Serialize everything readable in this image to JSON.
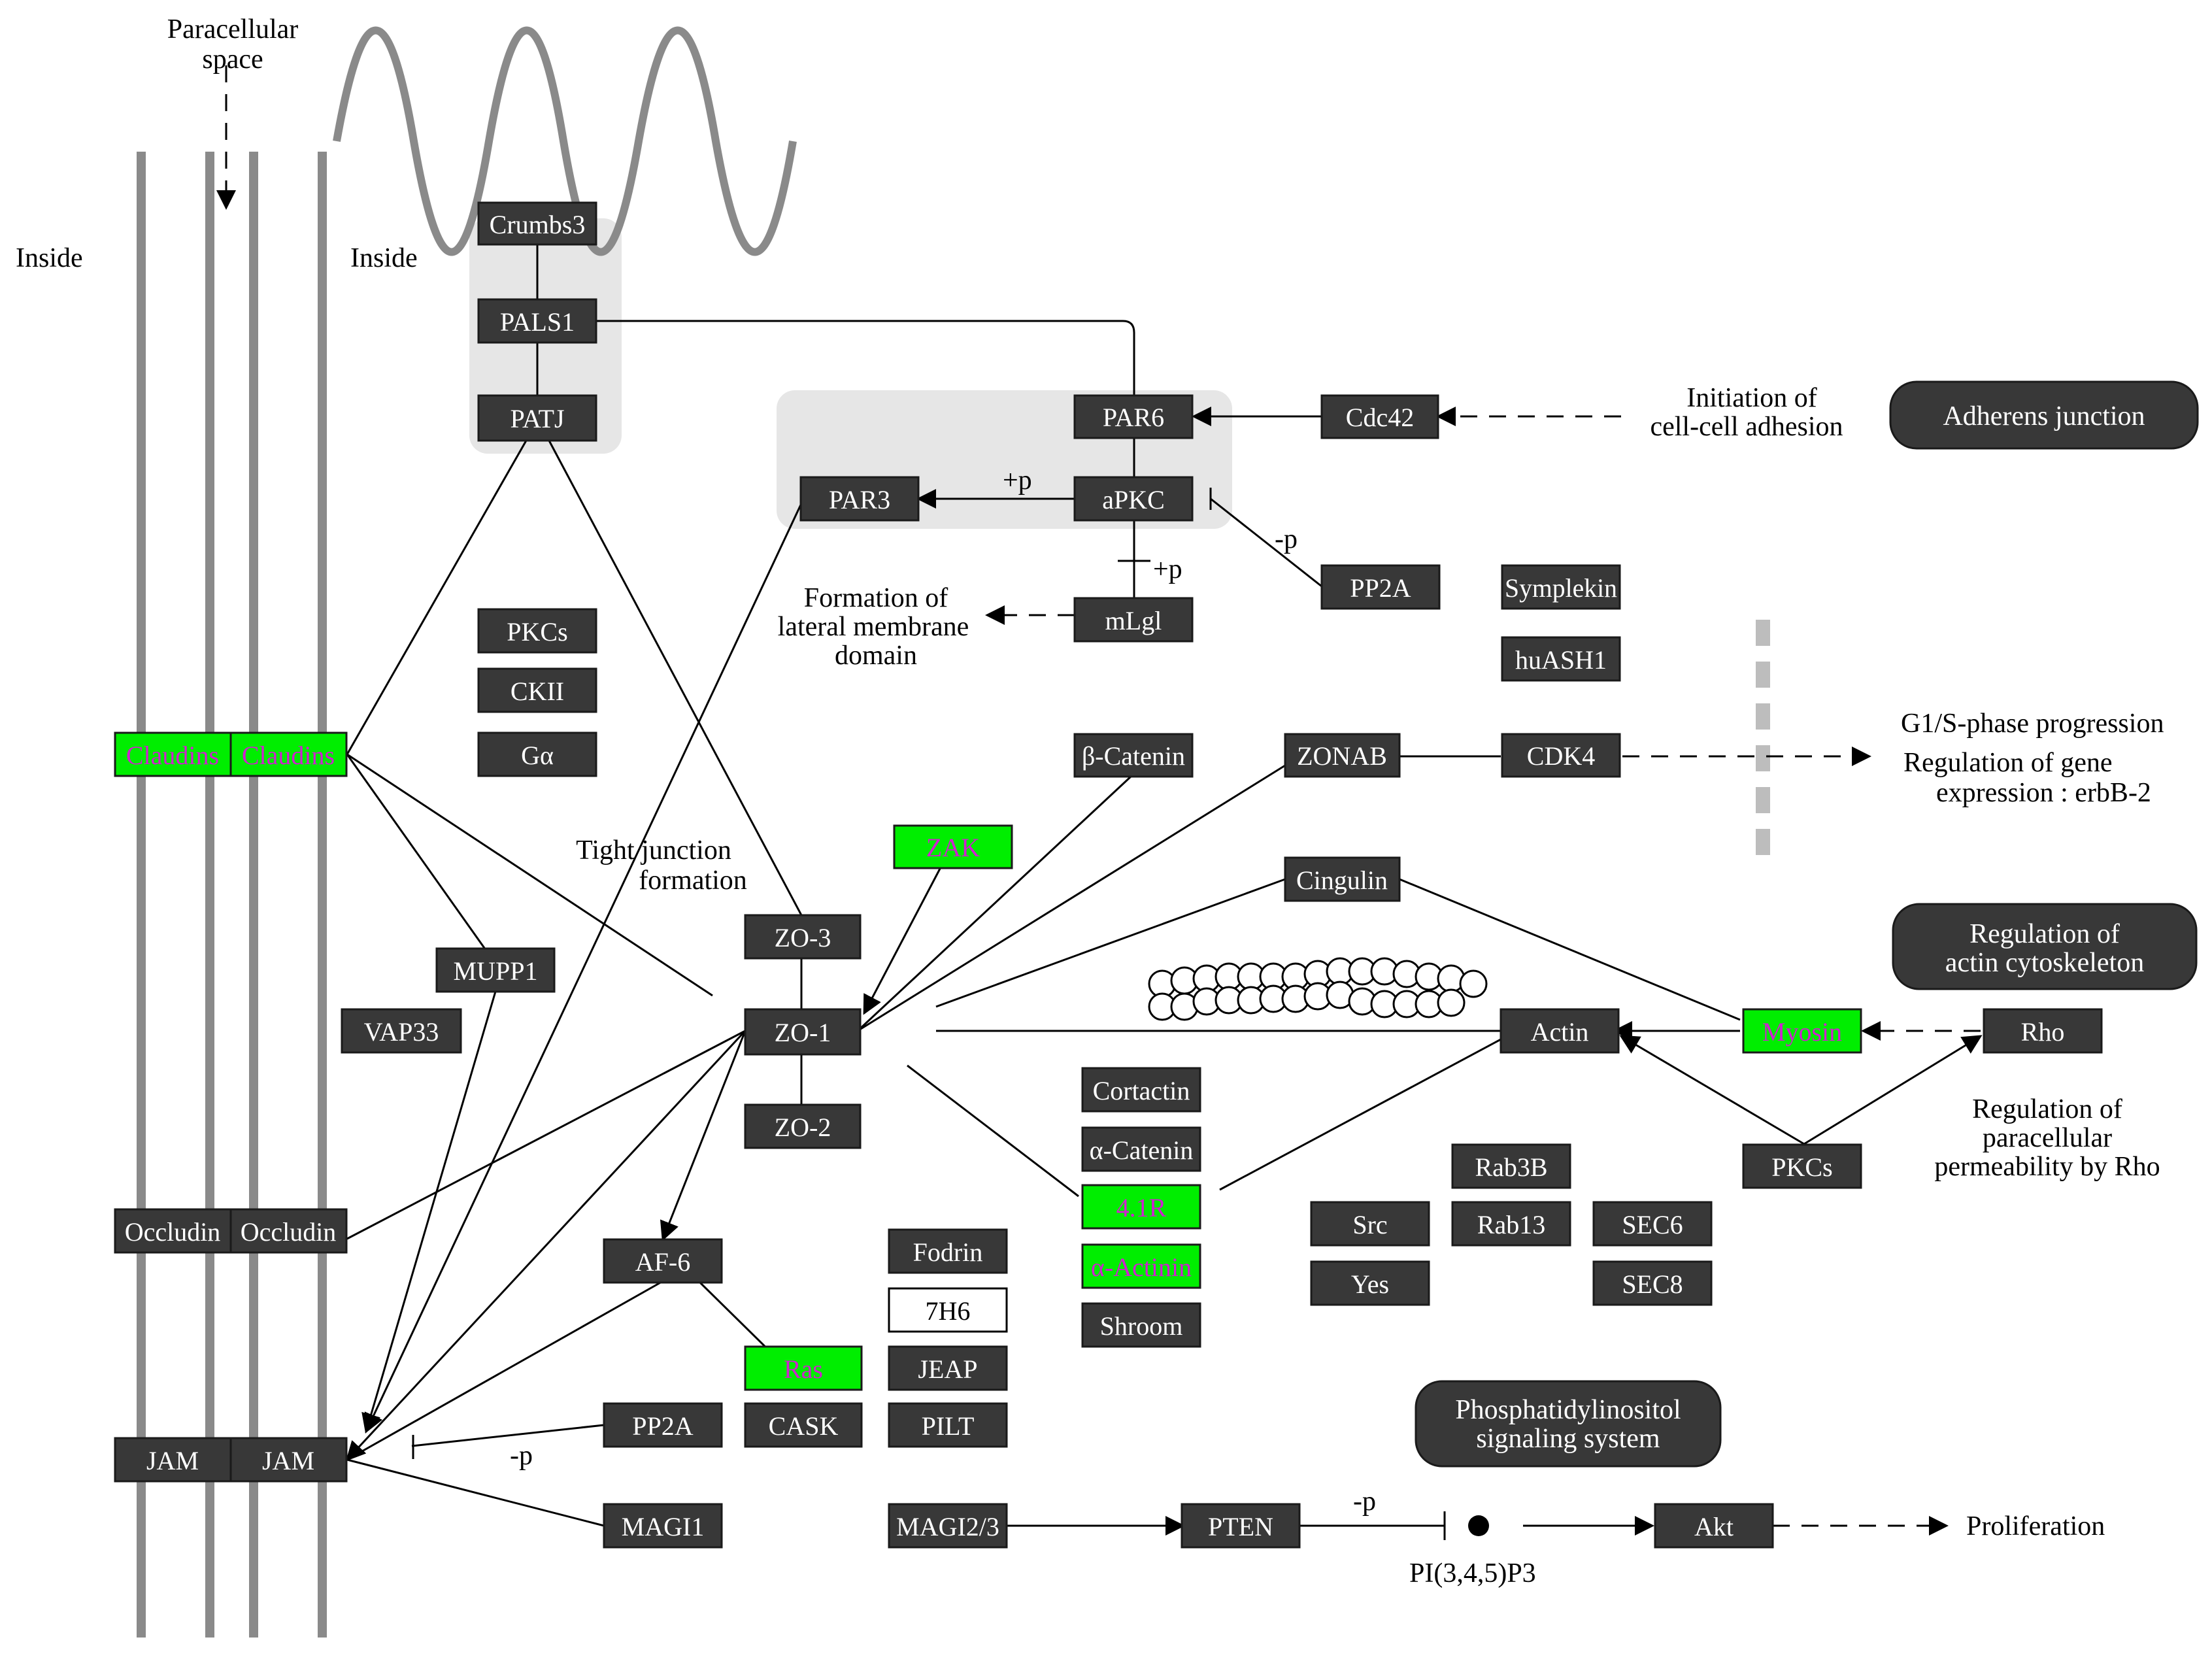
{
  "labels": {
    "paracellular": [
      "Paracellular",
      "space"
    ],
    "inside_left": "Inside",
    "inside_right": "Inside",
    "tight_junction": [
      "Tight junction",
      "formation"
    ],
    "lateral_membrane": [
      "Formation of",
      "lateral membrane",
      "domain"
    ],
    "cell_adhesion": [
      "Initiation of",
      "cell-cell adhesion"
    ],
    "g1s": [
      "G1/S-phase progression",
      "Regulation of gene",
      "expression : erbB-2"
    ],
    "paracellular_perm": [
      "Regulation of",
      "paracellular",
      "permeability by Rho"
    ],
    "proliferation": "Proliferation",
    "pip3": "PI(3,4,5)P3",
    "plus_p_1": "+p",
    "plus_p_2": "+p",
    "minus_p_1": "-p",
    "minus_p_2": "-p",
    "minus_p_3": "-p"
  },
  "pathways": {
    "adherens": [
      "Adherens junction"
    ],
    "actin_cyto": [
      "Regulation of",
      "actin cytoskeleton"
    ],
    "phosphatidyl": [
      "Phosphatidylinositol",
      "signaling system"
    ]
  },
  "genes": {
    "crumbs3": "Crumbs3",
    "pals1": "PALS1",
    "patj": "PATJ",
    "par6": "PAR6",
    "apkc": "aPKC",
    "par3": "PAR3",
    "cdc42": "Cdc42",
    "pp2a_top": "PP2A",
    "symplekin": "Symplekin",
    "huash1": "huASH1",
    "mlgl": "mLgl",
    "pkcs_top": "PKCs",
    "ckii": "CKII",
    "galpha": "Gα",
    "claudin1": "Claudins",
    "claudin2": "Claudins",
    "beta_catenin": "β-Catenin",
    "zonab": "ZONAB",
    "cdk4": "CDK4",
    "zak": "ZAK",
    "cingulin": "Cingulin",
    "zo3": "ZO-3",
    "zo1": "ZO-1",
    "zo2": "ZO-2",
    "mupp1": "MUPP1",
    "vap33": "VAP33",
    "actin": "Actin",
    "myosin": "Myosin",
    "rho": "Rho",
    "cortactin": "Cortactin",
    "alpha_catenin": "α-Catenin",
    "r41": "4.1R",
    "alpha_actinin": "α-Actinin",
    "shroom": "Shroom",
    "rab3b": "Rab3B",
    "rab13": "Rab13",
    "sec6": "SEC6",
    "sec8": "SEC8",
    "src": "Src",
    "yes": "Yes",
    "pkcs_right": "PKCs",
    "occludin1": "Occludin",
    "occludin2": "Occludin",
    "af6": "AF-6",
    "fodrin": "Fodrin",
    "h76": "7H6",
    "jeap": "JEAP",
    "pilt": "PILT",
    "ras": "Ras",
    "cask": "CASK",
    "pp2a_bottom": "PP2A",
    "jam1": "JAM",
    "jam2": "JAM",
    "magi1": "MAGI1",
    "magi23": "MAGI2/3",
    "pten": "PTEN",
    "akt": "Akt"
  },
  "colors": {
    "gene_box": "#383838",
    "highlight": "#00ee00",
    "highlight_text": "#d020d0",
    "complex_bg": "#e6e6e6",
    "membrane": "#8a8a8a"
  }
}
